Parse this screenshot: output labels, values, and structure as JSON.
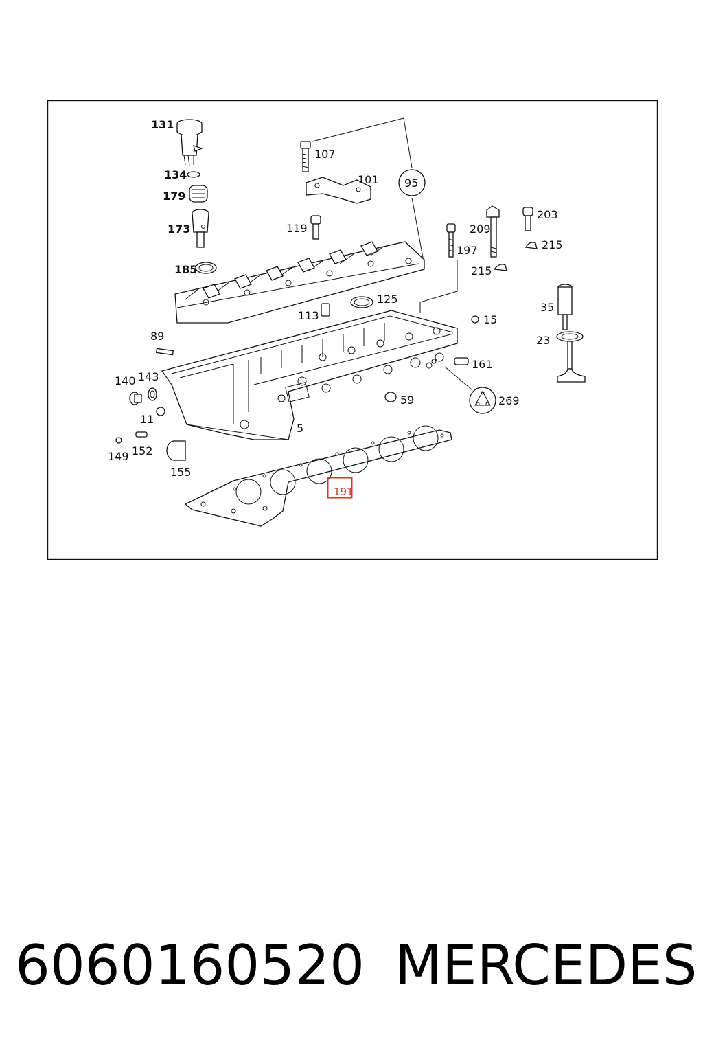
{
  "callouts": {
    "c131": "131",
    "c134": "134",
    "c179": "179",
    "c173": "173",
    "c185": "185",
    "c107": "107",
    "c101": "101",
    "c95": "95",
    "c119": "119",
    "c113": "113",
    "c125": "125",
    "c197": "197",
    "c209": "209",
    "c203": "203",
    "c215a": "215",
    "c215b": "215",
    "c35": "35",
    "c15": "15",
    "c23": "23",
    "c89": "89",
    "c140": "140",
    "c143": "143",
    "c11": "11",
    "c161": "161",
    "c59": "59",
    "c269": "269",
    "c5": "5",
    "c149": "149",
    "c152": "152",
    "c155": "155",
    "c191": "191"
  },
  "highlight": {
    "label": "191",
    "color": "#e03030"
  },
  "footer": {
    "part_number": "6060160520",
    "brand": "MERCEDES"
  }
}
